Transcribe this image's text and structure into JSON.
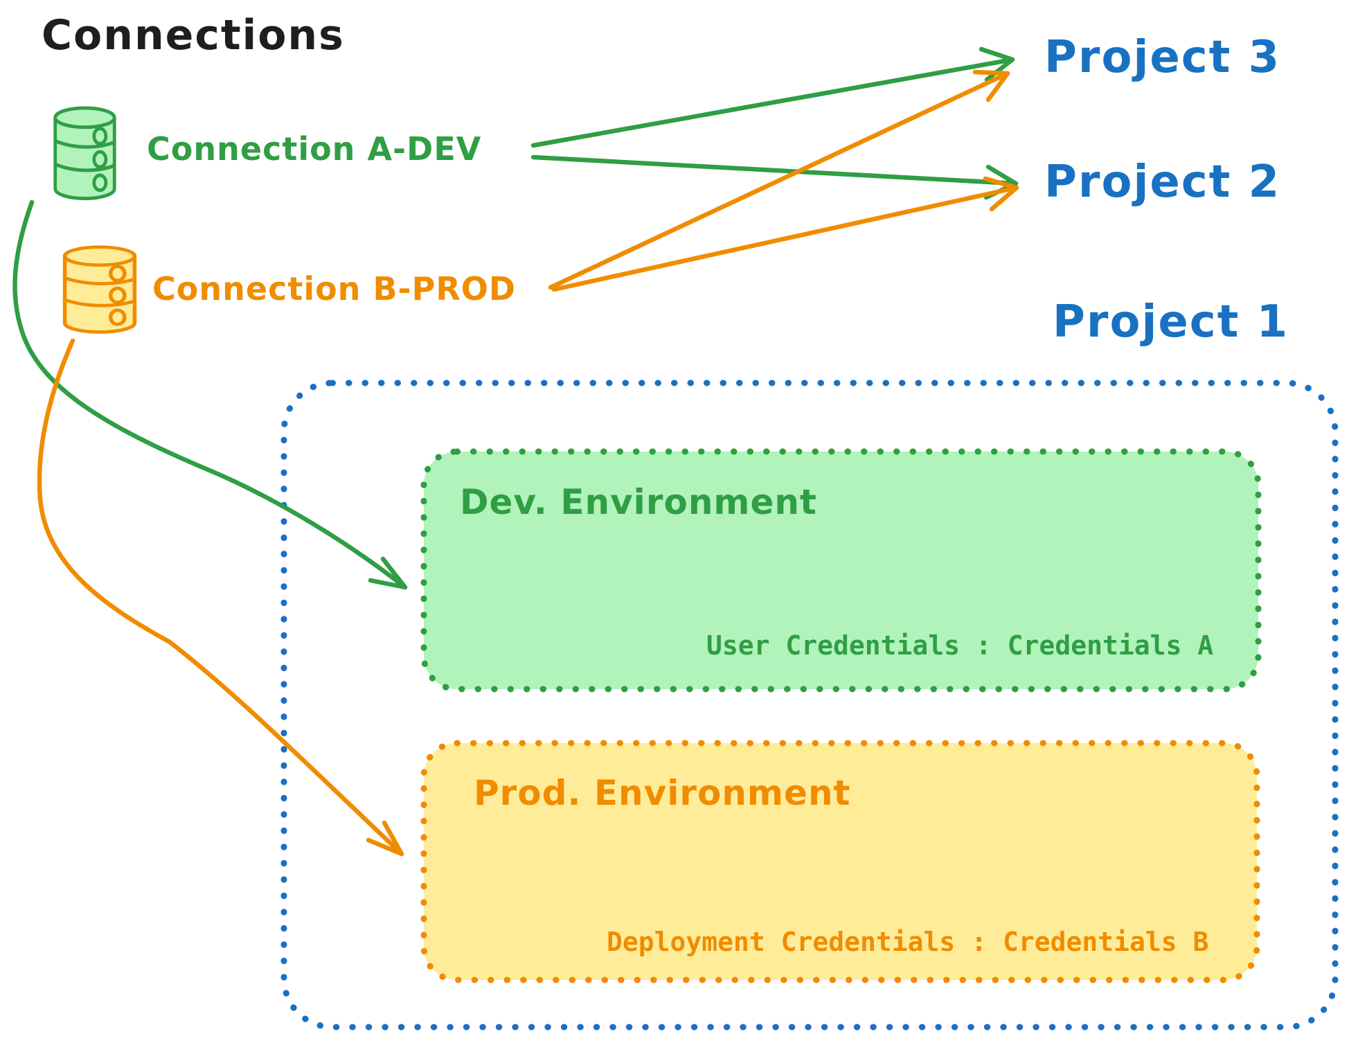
{
  "diagram_title": "Connections",
  "connections": [
    {
      "label": "Connection A-DEV",
      "color": "#2f9e44",
      "icon": "database-icon"
    },
    {
      "label": "Connection B-PROD",
      "color": "#f08c00",
      "icon": "database-icon"
    }
  ],
  "projects": [
    {
      "label": "Project 3"
    },
    {
      "label": "Project 2"
    },
    {
      "label": "Project 1"
    }
  ],
  "environments": [
    {
      "title": "Dev. Environment",
      "credentials": "User Credentials : Credentials A",
      "color": "#2f9e44"
    },
    {
      "title": "Prod. Environment",
      "credentials": "Deployment Credentials : Credentials B",
      "color": "#f08c00"
    }
  ],
  "arrows": [
    {
      "from": "Connection A-DEV",
      "to": "Project 3"
    },
    {
      "from": "Connection A-DEV",
      "to": "Project 2"
    },
    {
      "from": "Connection B-PROD",
      "to": "Project 3"
    },
    {
      "from": "Connection B-PROD",
      "to": "Project 2"
    },
    {
      "from": "Connection A-DEV",
      "to": "Dev. Environment"
    },
    {
      "from": "Connection B-PROD",
      "to": "Prod. Environment"
    }
  ],
  "colors": {
    "green": "#2f9e44",
    "green_light": "#b2f2bb",
    "orange": "#f08c00",
    "orange_light": "#ffec99",
    "blue": "#1971c2",
    "ink": "#1e1e1e"
  }
}
